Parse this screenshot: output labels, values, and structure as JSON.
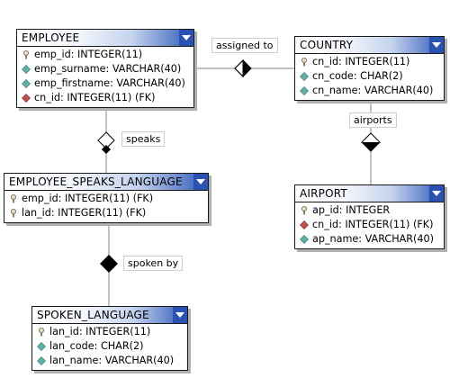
{
  "entities": {
    "employee": {
      "title": "EMPLOYEE",
      "columns": [
        {
          "icon": "key-icon",
          "text": "emp_id: INTEGER(11)"
        },
        {
          "icon": "attribute-icon",
          "text": "emp_surname: VARCHAR(40)"
        },
        {
          "icon": "attribute-icon",
          "text": "emp_firstname: VARCHAR(40)"
        },
        {
          "icon": "foreign-key-icon",
          "text": "cn_id: INTEGER(11) (FK)"
        }
      ]
    },
    "country": {
      "title": "COUNTRY",
      "columns": [
        {
          "icon": "key-icon",
          "text": "cn_id: INTEGER(11)"
        },
        {
          "icon": "attribute-icon",
          "text": "cn_code: CHAR(2)"
        },
        {
          "icon": "attribute-icon",
          "text": "cn_name: VARCHAR(40)"
        }
      ]
    },
    "employee_speaks_language": {
      "title": "EMPLOYEE_SPEAKS_LANGUAGE",
      "columns": [
        {
          "icon": "key-icon",
          "text": "emp_id: INTEGER(11) (FK)"
        },
        {
          "icon": "key-icon",
          "text": "lan_id: INTEGER(11) (FK)"
        }
      ]
    },
    "airport": {
      "title": "AIRPORT",
      "columns": [
        {
          "icon": "key-icon",
          "text": "ap_id: INTEGER"
        },
        {
          "icon": "foreign-key-icon",
          "text": "cn_id: INTEGER(11) (FK)"
        },
        {
          "icon": "attribute-icon",
          "text": "ap_name: VARCHAR(40)"
        }
      ]
    },
    "spoken_language": {
      "title": "SPOKEN_LANGUAGE",
      "columns": [
        {
          "icon": "key-icon",
          "text": "lan_id: INTEGER(11)"
        },
        {
          "icon": "attribute-icon",
          "text": "lan_code: CHAR(2)"
        },
        {
          "icon": "attribute-icon",
          "text": "lan_name: VARCHAR(40)"
        }
      ]
    }
  },
  "relationships": {
    "assigned_to": "assigned to",
    "speaks": "speaks",
    "airports": "airports",
    "spoken_by": "spoken by"
  },
  "colors": {
    "header_accent": "#2a52b3",
    "key_icon": "#d8c9a0",
    "attribute_icon": "#5fb0a8",
    "foreign_key_icon": "#c05050",
    "line": "#9a9a9a"
  }
}
